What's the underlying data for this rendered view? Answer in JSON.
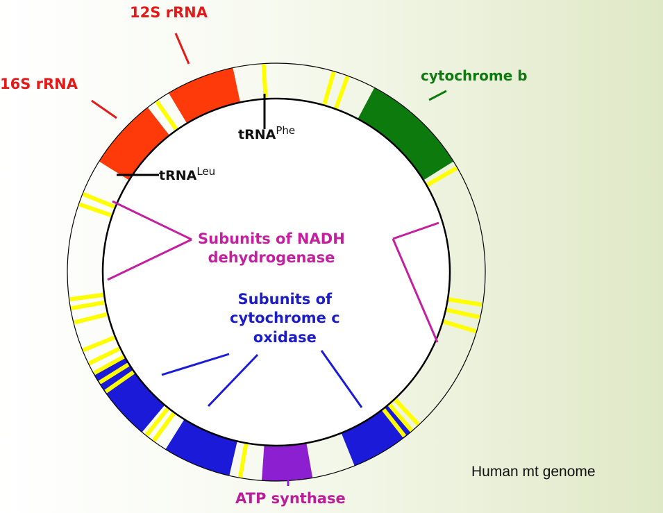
{
  "labels": {
    "rrna_12s": "12S rRNA",
    "rrna_16s": "16S rRNA",
    "cytochrome_b": "cytochrome b",
    "trna_phe": "tRNA",
    "trna_phe_sup": "Phe",
    "trna_leu": "tRNA",
    "trna_leu_sup": "Leu",
    "nadh_line1": "Subunits of NADH",
    "nadh_line2": "dehydrogenase",
    "cox_line1": "Subunits of",
    "cox_line2": "cytochrome c",
    "cox_line3": "oxidase",
    "atp": "ATP synthase",
    "caption": "Human mt genome"
  },
  "colors": {
    "rrna": "#ff3a0a",
    "rrna_label": "#e21a1a",
    "cytochrome_b": "#0d7a0d",
    "nadh": "#c41f9f",
    "cox": "#1a1ad8",
    "atp": "#8c1fd0",
    "trna": "#ffff00",
    "outline": "#000000"
  }
}
